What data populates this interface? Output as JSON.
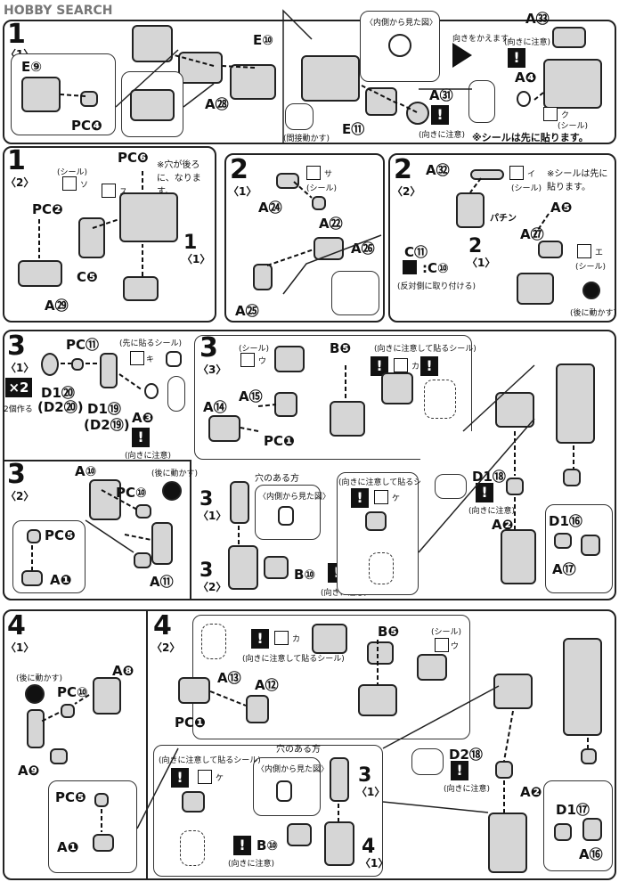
{
  "header": {
    "logo": "HOBBY SEARCH"
  },
  "sec1_1": {
    "step": "1",
    "sub": "〈1〉",
    "e10": "E⑩",
    "e9": "E⑨",
    "pc4": "PC❹",
    "a28": "A㉘",
    "e11": "E⑪",
    "a31": "A㉛",
    "inside_view": "〈内側から見た図〉",
    "move_joint": "(間接動かす)",
    "caution": "(向きに注意)",
    "turn": "向きをかえます。",
    "a33": "A㉝",
    "a4": "A❹",
    "caution2": "(向きに注意)",
    "seal": "(シール)",
    "ku": "ク",
    "note": "※シールは先に貼ります。"
  },
  "sec1_2": {
    "step": "1",
    "sub": "〈2〉",
    "pc6": "PC❻",
    "note": "※穴が後ろに、なります。",
    "seal": "(シール)",
    "so": "ソ",
    "su": "ス",
    "pc2": "PC❷",
    "c5": "C❺",
    "a29": "A㉙",
    "ref_step": "1",
    "ref_sub": "〈1〉"
  },
  "sec2_1": {
    "step": "2",
    "sub": "〈1〉",
    "sa": "サ",
    "seal": "(シール)",
    "a24": "A㉔",
    "a22": "A㉒",
    "a26": "A㉖",
    "a25": "A㉕"
  },
  "sec2_2": {
    "step": "2",
    "sub": "〈2〉",
    "a32": "A㉜",
    "i": "イ",
    "seal": "(シール)",
    "note": "※シールは先に貼ります。",
    "pachin": "パチン",
    "a5": "A❺",
    "a27": "A㉗",
    "e": "エ",
    "seal2": "(シール)",
    "c11": "C⑪",
    "c10": ":C⑩",
    "opposite": "(反対側に取り付ける)",
    "ref_step": "2",
    "ref_sub": "〈1〉",
    "back": "(後に動かす)"
  },
  "sec3_1": {
    "step": "3",
    "sub": "〈1〉",
    "x2": "×2",
    "make2": "2個作る",
    "pc11": "PC⑪",
    "first_seal": "(先に貼るシール)",
    "ki": "キ",
    "d1_20": "D1⑳",
    "d2_20": "(D2⑳)",
    "d1_19": "D1⑲",
    "d2_19": "(D2⑲)",
    "a3": "A❸",
    "caution": "(向きに注意)"
  },
  "sec3_3": {
    "step": "3",
    "sub": "〈3〉",
    "seal": "(シール)",
    "u": "ウ",
    "b5": "B❺",
    "caution_seal": "(向きに注意して貼るシール)",
    "ka": "カ",
    "a15": "A⑮",
    "a14": "A⑭",
    "pc1": "PC❶"
  },
  "sec3_2": {
    "step": "3",
    "sub": "〈2〉",
    "a10": "A⑩",
    "back_move": "(後に動かす)",
    "pc10": "PC⑩",
    "pc5": "PC❺",
    "a1": "A❶",
    "a11": "A⑪"
  },
  "sec3_mid": {
    "hole_side": "穴のある方",
    "inside_view": "〈内側から見た図〉",
    "ref1_step": "3",
    "ref1_sub": "〈1〉",
    "ref2_step": "3",
    "ref2_sub": "〈2〉",
    "b10": "B⑩",
    "caution": "(向きに注意)",
    "caution_seal": "(向きに注意して貼るシール)",
    "ke": "ケ"
  },
  "sec3_right": {
    "d1_18": "D1⑱",
    "caution": "(向きに注意)",
    "a2": "A❷",
    "d1_16": "D1⑯",
    "a17": "A⑰"
  },
  "sec4_1": {
    "step": "4",
    "sub": "〈1〉",
    "back_move": "(後に動かす)",
    "a8": "A❽",
    "pc10": "PC⑩",
    "a9": "A❾",
    "pc5": "PC❺",
    "a1": "A❶"
  },
  "sec4_2": {
    "step": "4",
    "sub": "〈2〉",
    "caution_seal": "(向きに注意して貼るシール)",
    "ka": "カ",
    "b5": "B❺",
    "seal": "(シール)",
    "u": "ウ",
    "a13": "A⑬",
    "a12": "A⑫",
    "pc1": "PC❶",
    "hole_side": "穴のある方",
    "inside_view": "〈内側から見た図〉",
    "caution_seal2": "(向きに注意して貼るシール)",
    "ke": "ケ",
    "ref1_step": "3",
    "ref1_sub": "〈1〉",
    "ref2_step": "4",
    "ref2_sub": "〈1〉",
    "b10": "B⑩",
    "caution": "(向きに注意)",
    "d2_18": "D2⑱",
    "caution2": "(向きに注意)",
    "a2": "A❷",
    "d1_17": "D1⑰",
    "a16": "A⑯"
  }
}
